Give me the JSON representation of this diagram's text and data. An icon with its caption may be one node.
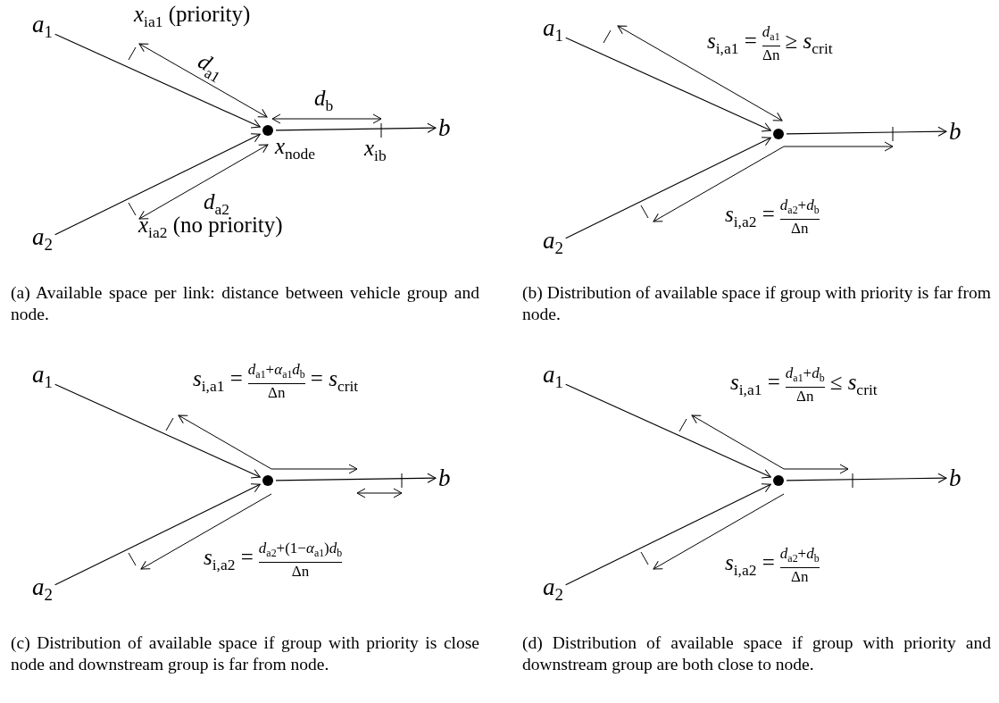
{
  "diagram": {
    "nodes": [
      {
        "text": [
          "*a*$_{1}$"
        ]
      },
      {
        "text": [
          "*a*$_{2}$"
        ]
      },
      {
        "text": [],
        "shape": "circle",
        "beside": [
          "*x*$_{node}$"
        ]
      },
      {
        "text": [
          "*b*"
        ]
      },
      {
        "text": [
          "*a*$_{1}$"
        ]
      },
      {
        "text": [
          "*a*$_{2}$"
        ]
      },
      {
        "text": [],
        "shape": "circle"
      },
      {
        "text": [
          "*b*"
        ]
      },
      {
        "text": [
          "*a*$_{1}$"
        ]
      },
      {
        "text": [
          "*a*$_{2}$"
        ]
      },
      {
        "text": [],
        "shape": "circle"
      },
      {
        "text": [
          "*b*"
        ]
      },
      {
        "text": [
          "*a*$_{1}$"
        ]
      },
      {
        "text": [
          "*a*$_{2}$"
        ]
      },
      {
        "text": [],
        "shape": "circle"
      },
      {
        "text": [
          "*b*"
        ]
      }
    ],
    "edges": [
      {
        "from": 0,
        "to": 2,
        "arrow": "to"
      },
      {
        "from": 1,
        "to": 2,
        "arrow": "to"
      },
      {
        "from": 2,
        "to": 3,
        "arrow": "to"
      },
      {
        "from": 4,
        "to": 6,
        "arrow": "to"
      },
      {
        "from": 5,
        "to": 6,
        "arrow": "to"
      },
      {
        "from": 6,
        "to": 7,
        "arrow": "to"
      },
      {
        "from": 8,
        "to": 10,
        "arrow": "to"
      },
      {
        "from": 9,
        "to": 10,
        "arrow": "to"
      },
      {
        "from": 10,
        "to": 11,
        "arrow": "to"
      },
      {
        "from": 12,
        "to": 14,
        "arrow": "to"
      },
      {
        "from": 13,
        "to": 14,
        "arrow": "to"
      },
      {
        "from": 14,
        "to": 15,
        "arrow": "to"
      }
    ],
    "labels": [
      "*x*$_{ia1}$ (priority)",
      "*d*$_{a1}$",
      "*d*$_{b}$",
      "*x*$_{ib}$",
      "*d*$_{a2}$",
      "*x*$_{ia2}$ (no priority)",
      "*s*$_{i,a1}$ =",
      "*d*$_{a1}$",
      "Δn",
      "≥ *s*$_{crit}$",
      "*s*$_{i,a2}$ =",
      "*d*$_{a2}$+*d*$_{b}$",
      "Δn",
      "(a) Available space per link: distance between vehicle group and node.",
      "(b) Distribution of available space if group with priority is far from node.",
      "*s*$_{i,a1}$ =",
      "*d*$_{a1}$+*α*$_{a1}$*d*$_{b}$",
      "Δn",
      "= *s*$_{crit}$",
      "*s*$_{i,a2}$ =",
      "*d*$_{a2}$+(1−*α*$_{a1}$)*d*$_{b}$",
      "Δn",
      "*s*$_{i,a1}$ =",
      "*d*$_{a1}$+*d*$_{b}$",
      "Δn",
      "≤ *s*$_{crit}$",
      "*s*$_{i,a2}$ =",
      "*d*$_{a2}$+*d*$_{b}$",
      "Δn",
      "(c) Distribution of available space if group with priority is close node and downstream group is far from node.",
      "(d) Distribution of available space if group with priority and downstream group are both close to node."
    ]
  }
}
